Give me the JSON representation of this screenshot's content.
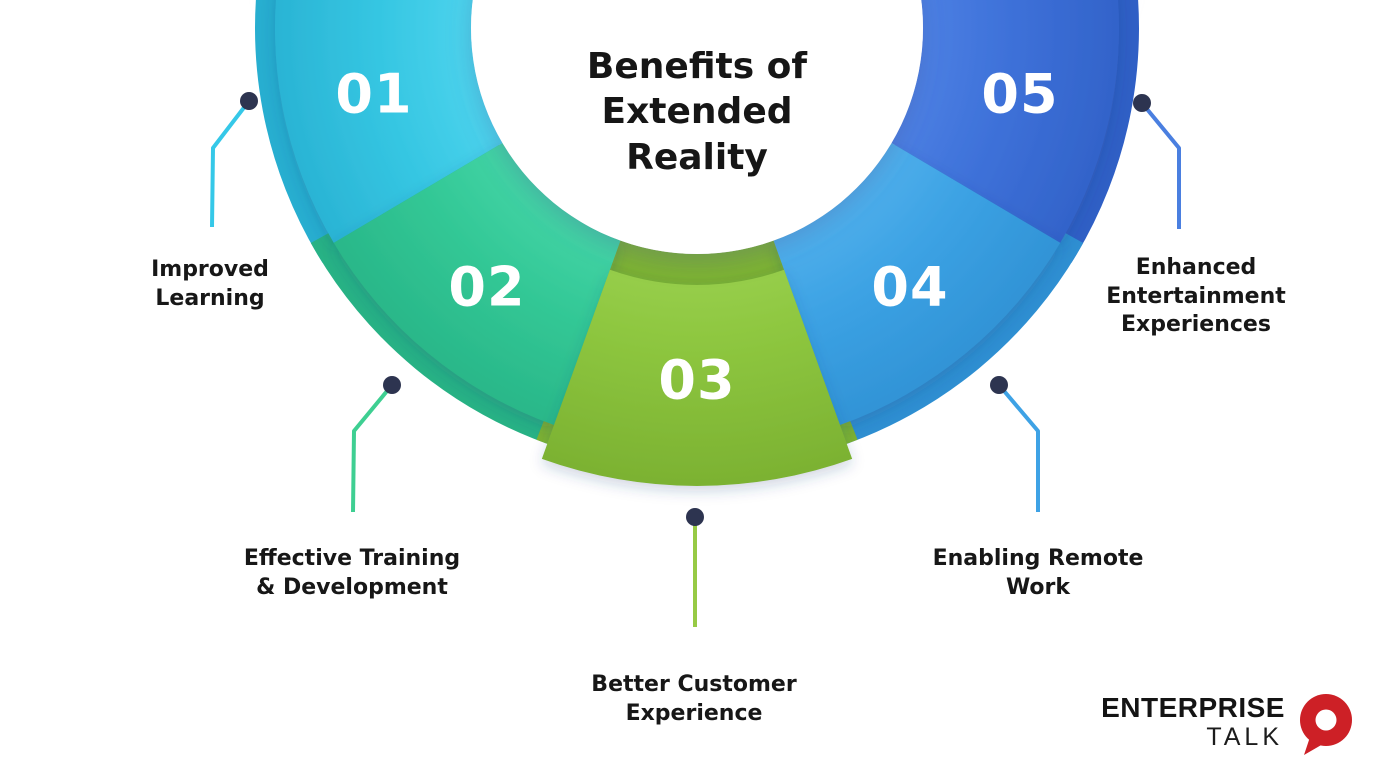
{
  "title": "Benefits of\nExtended\nReality",
  "segments": [
    {
      "number": "01",
      "label": "Improved\nLearning",
      "color": "#35c6e2",
      "shade": "#27aed0",
      "tint": "#4ad2ec",
      "connector": "#35c8e8"
    },
    {
      "number": "02",
      "label": "Effective Training\n& Development",
      "color": "#32c795",
      "shade": "#27b285",
      "tint": "#41d3a4",
      "connector": "#3ecf92"
    },
    {
      "number": "03",
      "label": "Better Customer\nExperience",
      "color": "#8dc63f",
      "shade": "#7cb232",
      "tint": "#99d04d",
      "connector": "#97ca45"
    },
    {
      "number": "04",
      "label": "Enabling Remote\nWork",
      "color": "#3ba1e3",
      "shade": "#2e8fd2",
      "tint": "#4daeeb",
      "connector": "#3ea2e5"
    },
    {
      "number": "05",
      "label": "Enhanced\nEntertainment\nExperiences",
      "color": "#3d70d8",
      "shade": "#2f5fc5",
      "tint": "#4a7ee2",
      "connector": "#4a7fe0"
    }
  ],
  "dot_color": "#2d3450",
  "logo": {
    "line1": "ENTERPRISE",
    "line2": "TALK",
    "bubble_color": "#cd2026"
  }
}
